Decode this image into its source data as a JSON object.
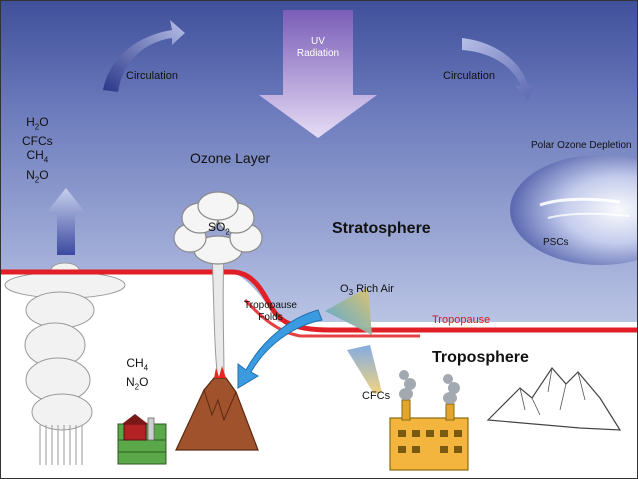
{
  "labels": {
    "uv": [
      "UV",
      "Radiation"
    ],
    "circulation_left": "Circulation",
    "circulation_right": "Circulation",
    "ozone_layer": "Ozone Layer",
    "polar_ozone_depletion": "Polar Ozone Depletion",
    "stratosphere": "Stratosphere",
    "pscs": "PSCs",
    "tropopause_folds": [
      "Tropopause",
      "Folds"
    ],
    "o3_rich_air": {
      "main": "O",
      "sub": "3",
      "rest": " Rich Air"
    },
    "tropopause": "Tropopause",
    "troposphere": "Troposphere",
    "cfcs_bottom": "CFCs",
    "so2": {
      "main": "SO",
      "sub": "2"
    }
  },
  "emissions_left": [
    {
      "main": "H",
      "sub": "2",
      "rest": "O"
    },
    {
      "main": "CFCs",
      "sub": "",
      "rest": ""
    },
    {
      "main": "CH",
      "sub": "4",
      "rest": ""
    },
    {
      "main": "N",
      "sub": "2",
      "rest": "O"
    }
  ],
  "emissions_mid": [
    {
      "main": "CH",
      "sub": "4",
      "rest": ""
    },
    {
      "main": "N",
      "sub": "2",
      "rest": "O"
    }
  ],
  "colors": {
    "sky_top": "#3f4f9a",
    "sky_bottom": "#aab6dc",
    "tropopause_line": "#e01f26",
    "uv_arrow": "#a98cd6",
    "circulation_arrow": "#6470b5",
    "volcano": "#a0522d",
    "factory": "#f3b53d"
  }
}
